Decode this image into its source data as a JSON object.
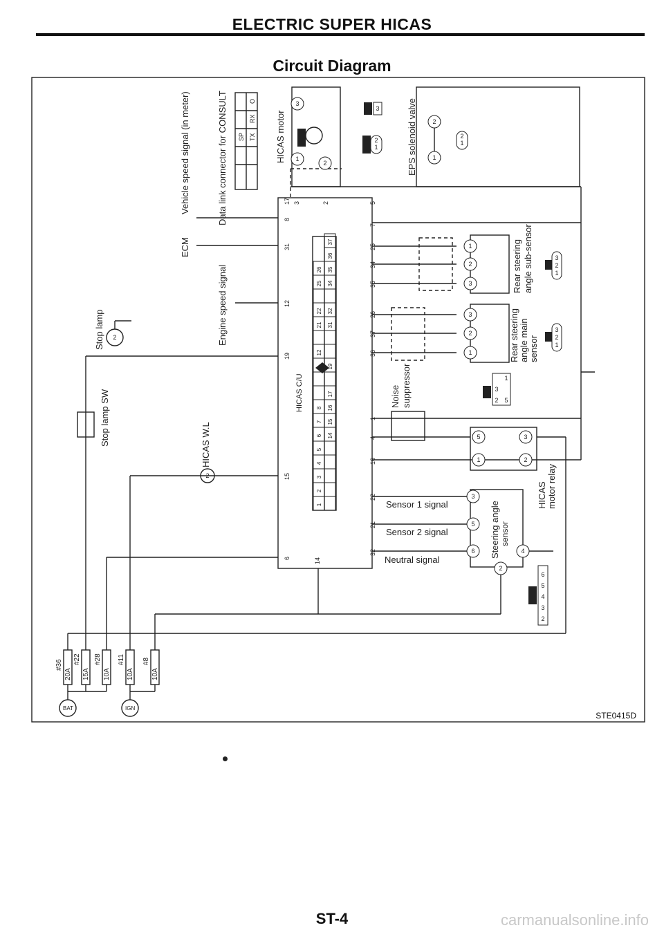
{
  "header": {
    "title": "ELECTRIC SUPER HICAS",
    "subtitle": "Circuit Diagram"
  },
  "footer": {
    "page": "ST-4",
    "ref_code": "STE0415D",
    "watermark": "carmanualsonline.info"
  },
  "labels": {
    "ecm": "ECM",
    "vehicle_speed": "Vehicle speed signal (in meter)",
    "consult": "Data link connector for CONSULT",
    "engine_speed": "Engine speed signal",
    "hicas_wl": "HICAS W.L",
    "stop_lamp": "Stop lamp",
    "stop_lamp_sw": "Stop lamp SW",
    "hicas_cu": "HICAS C/U",
    "hicas_motor": "HICAS motor",
    "eps_valve": "EPS solenoid valve",
    "rear_sub": [
      "Rear steering",
      "angle sub-sensor"
    ],
    "rear_main": [
      "Rear steering",
      "angle main",
      "sensor"
    ],
    "noise": [
      "Noise",
      "suppressor"
    ],
    "motor_relay": [
      "HICAS",
      "motor relay"
    ],
    "steering_angle": [
      "Steering angle",
      "sensor"
    ],
    "sensor1": "Sensor 1 signal",
    "sensor2": "Sensor 2 signal",
    "neutral": "Neutral signal",
    "bat": "BAT",
    "ign": "IGN",
    "fuses": [
      {
        "id": "#36",
        "rating": "20A"
      },
      {
        "id": "#22",
        "rating": "15A"
      },
      {
        "id": "#28",
        "rating": "10A"
      },
      {
        "id": "#11",
        "rating": "10A"
      },
      {
        "id": "#8",
        "rating": "10A"
      }
    ],
    "consult_pins": [
      "RX",
      "TX",
      "SP",
      "O"
    ]
  },
  "pins": {
    "top_row": [
      "17",
      "3",
      "2",
      "5"
    ],
    "cu_left": [
      "8",
      "31",
      "12",
      "19",
      "15",
      "6",
      "14"
    ],
    "cu_right": [
      "7",
      "25",
      "34",
      "35",
      "26",
      "37",
      "36",
      "1",
      "4",
      "16",
      "22",
      "21",
      "32"
    ]
  },
  "connector_grid": {
    "row1": [
      "1",
      "2",
      "3",
      "4",
      "5",
      "6",
      "7",
      "8",
      "",
      "",
      "",
      "12",
      "",
      "21",
      "22",
      "",
      "25",
      "26"
    ],
    "row2": [
      "",
      "",
      "",
      "",
      "",
      "14",
      "15",
      "16",
      "17",
      "",
      "19",
      "",
      "",
      "31",
      "32",
      "",
      "34",
      "35",
      "36",
      "37"
    ]
  },
  "circle_pins": {
    "motor": [
      "3",
      "1",
      "2"
    ],
    "eps": [
      "2",
      "1"
    ],
    "sub": [
      "1",
      "2",
      "3"
    ],
    "main": [
      "3",
      "2",
      "1"
    ],
    "relay": [
      "5",
      "3",
      "1",
      "2"
    ],
    "angle": [
      "3",
      "5",
      "6",
      "4",
      "2"
    ],
    "wl": "2",
    "stop": "2"
  },
  "small_conns": {
    "motor_a": [
      "3"
    ],
    "motor_b": [
      "1",
      "2"
    ],
    "eps": [
      "1",
      "2"
    ],
    "sub": [
      "1",
      "2",
      "3"
    ],
    "main": [
      "1",
      "2",
      "3"
    ],
    "relay": [
      "1",
      "3",
      "2",
      "5"
    ],
    "angle": [
      "2",
      "3",
      "4",
      "5",
      "6"
    ]
  }
}
